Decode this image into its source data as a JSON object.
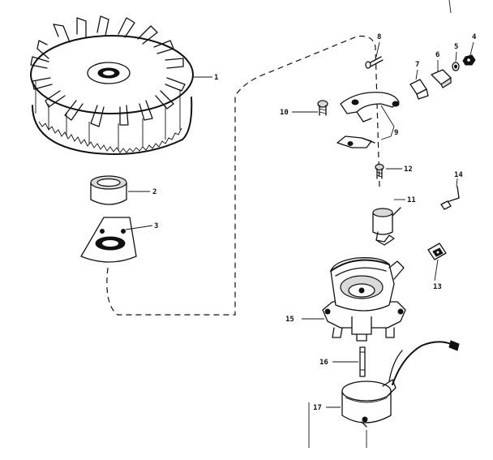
{
  "diagram": {
    "callouts": {
      "flywheel": "1",
      "bushing": "2",
      "plate": "3",
      "nut": "4",
      "washer": "5",
      "clip_block": "6",
      "bracket": "7",
      "stud": "8",
      "breaker_points": "9",
      "screw_left": "10",
      "condenser": "11",
      "screw_condenser": "12",
      "cover": "13",
      "wire_clip": "14",
      "stator_plate": "15",
      "cam_pin": "16",
      "coil": "17"
    }
  }
}
